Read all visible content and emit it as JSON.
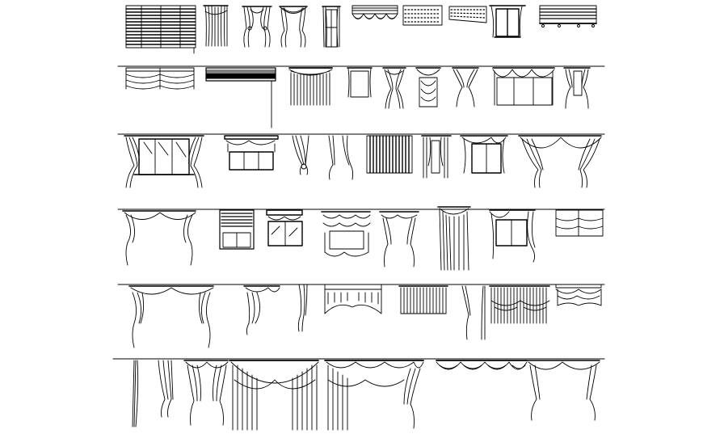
{
  "drawing": {
    "background": "#ffffff",
    "ink": "#000000",
    "rows": [
      {
        "row": 1,
        "items": [
          "horizontal-blinds",
          "curtain-panel-pair",
          "tieback-curtain-pair",
          "swag-curtain-pair",
          "sheer-curtain-pair",
          "scalloped-valance",
          "patterned-blind-panel",
          "dotted-blind-panel",
          "window-with-curtains",
          "venetian-blind"
        ]
      },
      {
        "row": 2,
        "items": [
          "austrian-festoon-blind",
          "horizontal-blinds",
          "pleated-curtain-set",
          "curtain-panel-pair",
          "tieback-curtain-pair",
          "swag-curtain-pair",
          "tieback-curtain-pair",
          "triple-swag-window-treatment",
          "tieback-curtain-pair"
        ]
      },
      {
        "row": 3,
        "items": [
          "window-with-curtains",
          "roman-blind-over-window",
          "tieback-curtain-pair",
          "tieback-curtain-pair",
          "vertical-blinds",
          "sheer-curtain-pair",
          "window-with-curtains",
          "swag-curtain-pair"
        ]
      },
      {
        "row": 4,
        "items": [
          "swag-curtain-pair",
          "window-with-blinds",
          "roman-blind-over-window",
          "balloon-curtain",
          "tieback-curtain-pair",
          "sheer-curtain-pair",
          "window-with-curtains",
          "roman-blind"
        ]
      },
      {
        "row": 5,
        "items": [
          "swag-curtain-pair",
          "tieback-curtain-pair",
          "tieback-curtain-pair",
          "scalloped-valance",
          "pleated-curtain-set",
          "tieback-curtain-pair",
          "festoon-swag-curtains",
          "austrian-festoon-blind"
        ]
      },
      {
        "row": 6,
        "items": [
          "single-drape",
          "tieback-curtain-pair",
          "swag-curtain-pair",
          "theatre-drape",
          "theatre-drape",
          "scalloped-valance",
          "tieback-curtain-pair"
        ]
      }
    ]
  }
}
